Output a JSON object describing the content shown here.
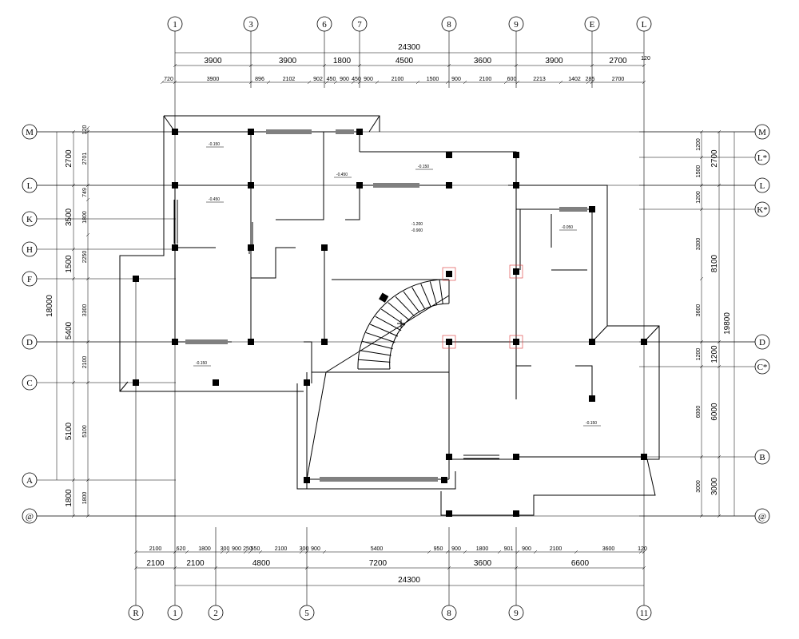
{
  "grid_top": [
    "1",
    "3",
    "6",
    "7",
    "8",
    "9",
    "E",
    "L"
  ],
  "grid_bottom": [
    "R",
    "1",
    "2",
    "5",
    "8",
    "9",
    "11"
  ],
  "grid_left": [
    "M",
    "L",
    "K",
    "H",
    "F",
    "D",
    "C",
    "A",
    "@"
  ],
  "grid_right": [
    "M",
    "L*",
    "L",
    "K*",
    "D",
    "C*",
    "B",
    "@"
  ],
  "top_total": "24300",
  "top_small": "120",
  "top_row1": [
    "3900",
    "3900",
    "1800",
    "4500",
    "3600",
    "3900",
    "2700"
  ],
  "top_row2": [
    "720",
    "3900",
    "896",
    "2102",
    "902",
    "450",
    "900",
    "450",
    "900",
    "2100",
    "1500",
    "900",
    "2100",
    "600",
    "2213",
    "1402",
    "285",
    "2700"
  ],
  "bottom_row1": [
    "2100",
    "620",
    "1800",
    "300",
    "900",
    "250",
    "550",
    "2100",
    "300",
    "900",
    "5400",
    "950",
    "900",
    "1800",
    "901",
    "900",
    "2100",
    "3600",
    "120"
  ],
  "bottom_row2": [
    "2100",
    "2100",
    "4800",
    "7200",
    "3600",
    "6600"
  ],
  "bottom_total": "24300",
  "left_total": "18000",
  "left_row1": [
    "2700",
    "3500",
    "1500",
    "5400",
    "5100",
    "1800"
  ],
  "left_row2": [
    "120",
    "2701",
    "749",
    "1800",
    "2250",
    "3300",
    "2100",
    "5100",
    "1800"
  ],
  "right_row1": [
    "1200",
    "1500",
    "1200",
    "3300",
    "3600",
    "1200",
    "6000",
    "3000"
  ],
  "right_row2": [
    "2700",
    "8100",
    "1200",
    "6000",
    "3000"
  ],
  "right_total": "19800",
  "elevations": [
    "-0.150",
    "-0.450",
    "-0.450",
    "-0.150",
    "-0.050",
    "-0.150",
    "-0.150",
    "-0.150"
  ],
  "stair_elev": [
    "-1.200",
    "-0.900"
  ]
}
